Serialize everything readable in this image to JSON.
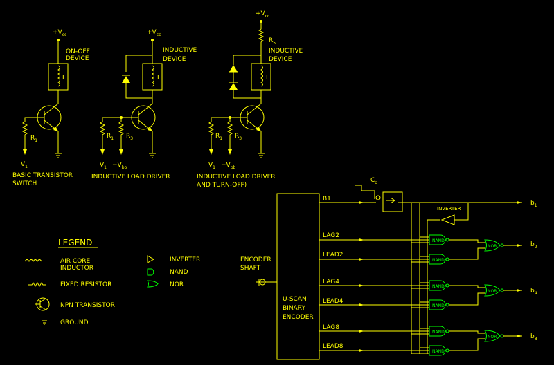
{
  "colors": {
    "background": "#000000",
    "line": "#ffff00",
    "gate": "#00ff00"
  },
  "circuit1": {
    "supply": "+V",
    "supply_sub": "cc",
    "device": [
      "ON-OFF",
      "DEVICE"
    ],
    "coil": "L",
    "resistor": "R",
    "resistor_sub": "1",
    "input": "V",
    "input_sub": "1",
    "caption": [
      "BASIC TRANSISTOR",
      "SWITCH"
    ]
  },
  "circuit2": {
    "supply": "+V",
    "supply_sub": "cc",
    "device": [
      "INDUCTIVE",
      "DEVICE"
    ],
    "coil": "L",
    "r1": "R",
    "r1_sub": "1",
    "r3": "R",
    "r3_sub": "3",
    "v1": "V",
    "v1_sub": "1",
    "vbb": "−V",
    "vbb_sub": "bb",
    "caption": [
      "INDUCTIVE LOAD DRIVER"
    ]
  },
  "circuit3": {
    "supply": "+V",
    "supply_sub": "cc",
    "r5": "R",
    "r5_sub": "5",
    "device": [
      "INDUCTIVE",
      "DEVICE"
    ],
    "coil": "L",
    "r1": "R",
    "r1_sub": "1",
    "r3": "R",
    "r3_sub": "3",
    "v1": "V",
    "v1_sub": "1",
    "vbb": "−V",
    "vbb_sub": "bb",
    "caption": [
      "INDUCTIVE LOAD DRIVER",
      "AND TURN-OFF)"
    ]
  },
  "legend": {
    "title": "LEGEND",
    "items": [
      {
        "icon": "air-core-inductor",
        "label": [
          "AIR CORE",
          "INDUCTOR"
        ]
      },
      {
        "icon": "fixed-resistor",
        "label": [
          "FIXED RESISTOR"
        ]
      },
      {
        "icon": "npn-transistor",
        "label": [
          "NPN TRANSISTOR"
        ]
      },
      {
        "icon": "ground",
        "label": [
          "GROUND"
        ]
      },
      {
        "icon": "inverter",
        "label": [
          "INVERTER"
        ]
      },
      {
        "icon": "nand",
        "label": [
          "NAND"
        ]
      },
      {
        "icon": "nor",
        "label": [
          "NOR"
        ]
      }
    ]
  },
  "encoder": {
    "shaft_label": [
      "ENCODER",
      "SHAFT"
    ],
    "box_label": [
      "U-SCAN",
      "BINARY",
      "ENCODER"
    ],
    "lines": [
      "B1",
      "LAG2",
      "LEAD2",
      "LAG4",
      "LEAD4",
      "LAG8",
      "LEAD8"
    ],
    "clock": "C",
    "clock_sub": "o",
    "inverter_label": "INVERTER",
    "nand_label": "NAND",
    "nor_label": "NOR",
    "outputs": [
      {
        "name": "b",
        "sub": "1"
      },
      {
        "name": "b",
        "sub": "2"
      },
      {
        "name": "b",
        "sub": "4"
      },
      {
        "name": "b",
        "sub": "8"
      }
    ]
  }
}
